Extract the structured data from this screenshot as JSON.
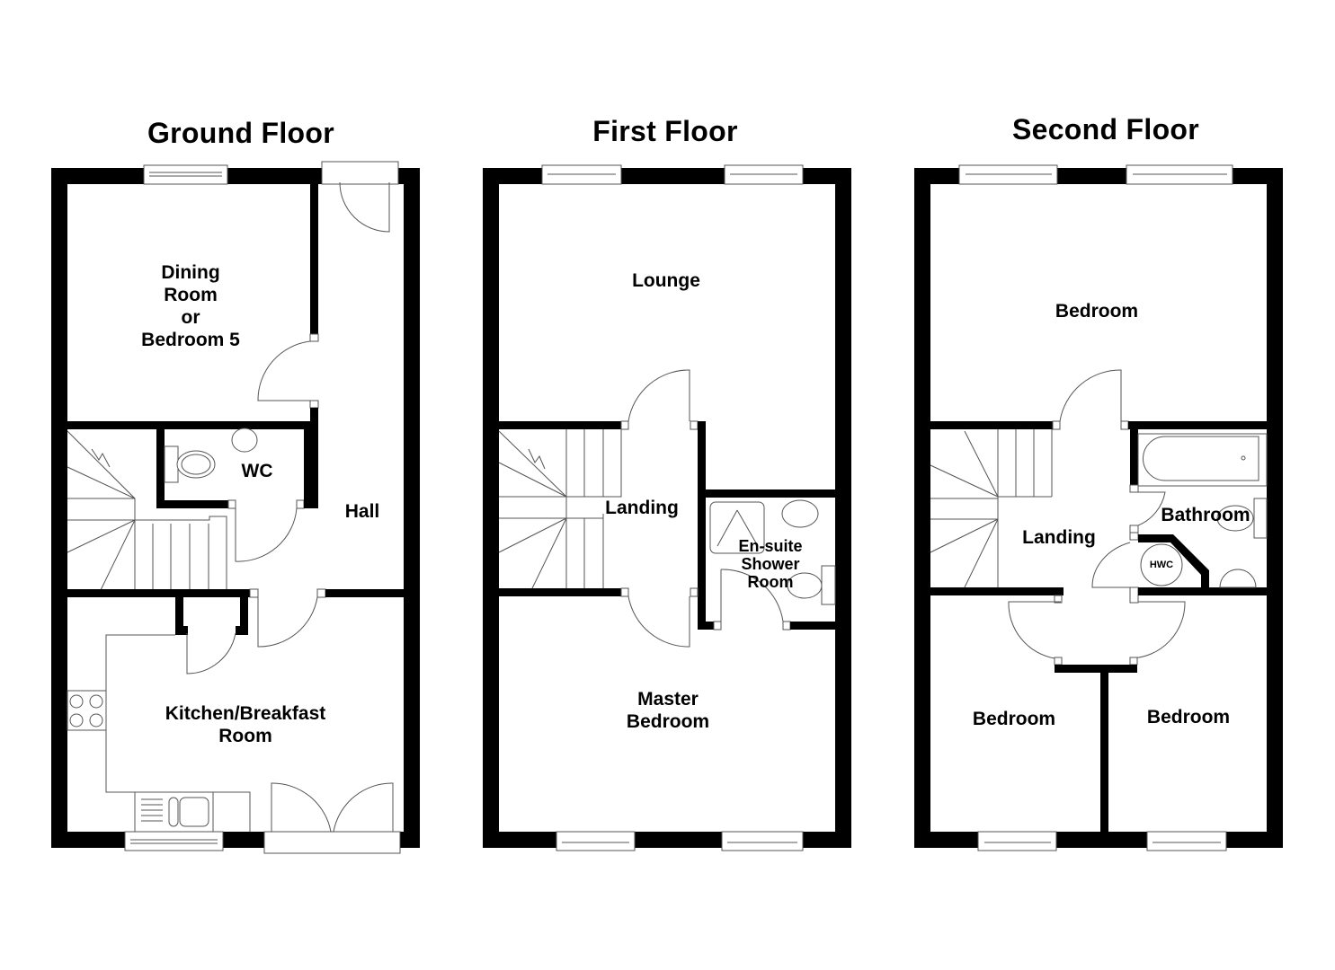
{
  "floors": [
    {
      "title": "Ground Floor",
      "rooms": [
        {
          "label": "Dining\nRoom\nor\nBedroom 5"
        },
        {
          "label": "WC"
        },
        {
          "label": "Hall"
        },
        {
          "label": "Kitchen/Breakfast\nRoom"
        }
      ]
    },
    {
      "title": "First Floor",
      "rooms": [
        {
          "label": "Lounge"
        },
        {
          "label": "Landing"
        },
        {
          "label": "En-suite\nShower\nRoom"
        },
        {
          "label": "Master\nBedroom"
        }
      ]
    },
    {
      "title": "Second Floor",
      "rooms": [
        {
          "label": "Bedroom"
        },
        {
          "label": "Landing"
        },
        {
          "label": "Bathroom"
        },
        {
          "label": "HWC"
        },
        {
          "label": "Bedroom"
        },
        {
          "label": "Bedroom"
        }
      ]
    }
  ],
  "colors": {
    "wall": "#000000",
    "fixture_line": "#555555",
    "background": "#ffffff"
  }
}
